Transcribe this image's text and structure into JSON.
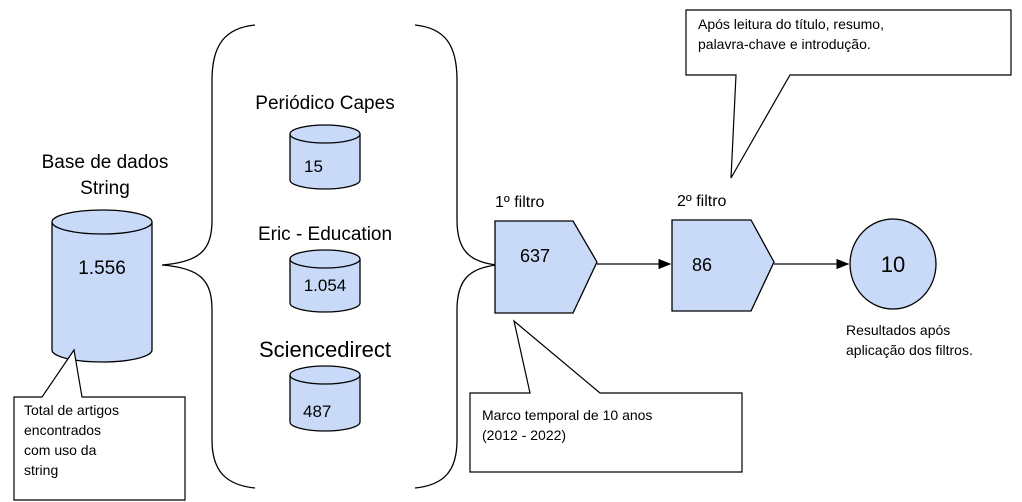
{
  "main_db": {
    "title_line1": "Base de dados",
    "title_line2": "String",
    "value": "1.556"
  },
  "sources": [
    {
      "name": "Periódico Capes",
      "value": "15"
    },
    {
      "name": "Eric - Education",
      "value": "1.054"
    },
    {
      "name": "Sciencedirect",
      "value": "487"
    }
  ],
  "filter1": {
    "label": "1º filtro",
    "value": "637"
  },
  "filter2": {
    "label": "2º filtro",
    "value": "86"
  },
  "result": {
    "value": "10",
    "caption_line1": "Resultados após",
    "caption_line2": "aplicação dos filtros."
  },
  "callouts": {
    "total": [
      "Total de artigos",
      "encontrados",
      "com uso da",
      "string"
    ],
    "marco": [
      "Marco temporal de 10 anos",
      "(2012 - 2022)"
    ],
    "leitura": [
      "Após leitura do título, resumo,",
      "palavra-chave e introdução."
    ]
  },
  "colors": {
    "fill": "#c9daf8",
    "stroke": "#000000"
  }
}
